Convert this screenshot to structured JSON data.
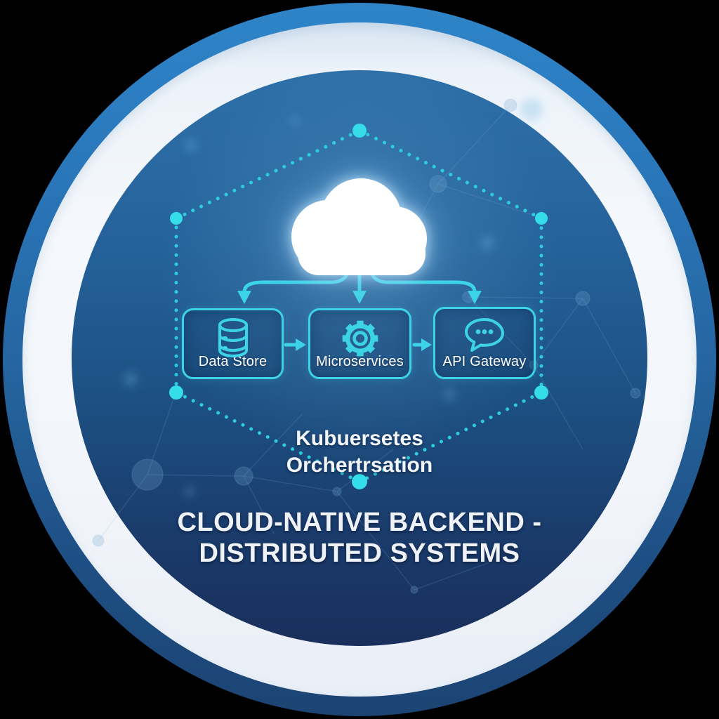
{
  "badge": {
    "subtitle_line1": "Kubuersetes",
    "subtitle_line2": "Orchertrsation",
    "title_line1": "CLOUD-NATIVE BACKEND -",
    "title_line2": "DISTRIBUTED SYSTEMS"
  },
  "nodes": [
    {
      "label": "Data Store",
      "icon": "database-icon"
    },
    {
      "label": "Microservices",
      "icon": "gear-icon"
    },
    {
      "label": "API Gateway",
      "icon": "chat-bubble-icon"
    }
  ],
  "icons": {
    "cloud": "cloud-icon"
  },
  "colors": {
    "accent_cyan": "#3dd3e6",
    "vertex_dot": "#35dcea",
    "outer_ring_top": "#2f84c8",
    "outer_ring_bottom": "#1c4473",
    "white_ring": "#f2f5fa",
    "inner_top": "#2f70a9",
    "inner_bottom": "#1a2e5b",
    "text_white": "#ffffff"
  }
}
